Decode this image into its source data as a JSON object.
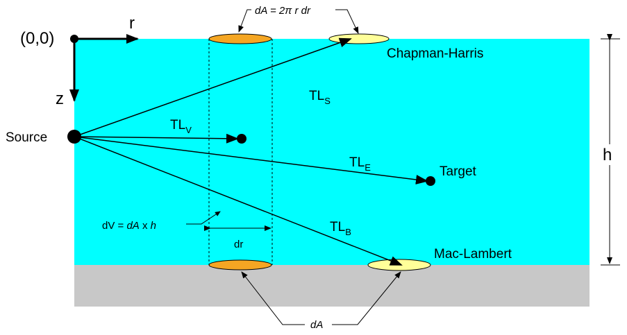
{
  "colors": {
    "water": "#00FFFF",
    "seabed": "#C8C8C8",
    "cylinder_cap": "#F5A623",
    "patch": "#FFFF99",
    "line": "#000000"
  },
  "labels": {
    "origin": "(0,0)",
    "r_axis": "r",
    "z_axis": "z",
    "source": "Source",
    "target": "Target",
    "surface_model": "Chapman-Harris",
    "bottom_model": "Mac-Lambert",
    "depth": "h",
    "dr": "dr"
  },
  "formulas": {
    "dA_top": "dA = 2π r dr",
    "dV_prefix": "dV = ",
    "dV_dA": "dA",
    "dV_x": " x ",
    "dV_h": "h",
    "dA_bottom": "dA"
  },
  "transmission_losses": {
    "surface": {
      "base": "TL",
      "sub": "S"
    },
    "volume": {
      "base": "TL",
      "sub": "V"
    },
    "echo": {
      "base": "TL",
      "sub": "E"
    },
    "bottom": {
      "base": "TL",
      "sub": "B"
    }
  }
}
